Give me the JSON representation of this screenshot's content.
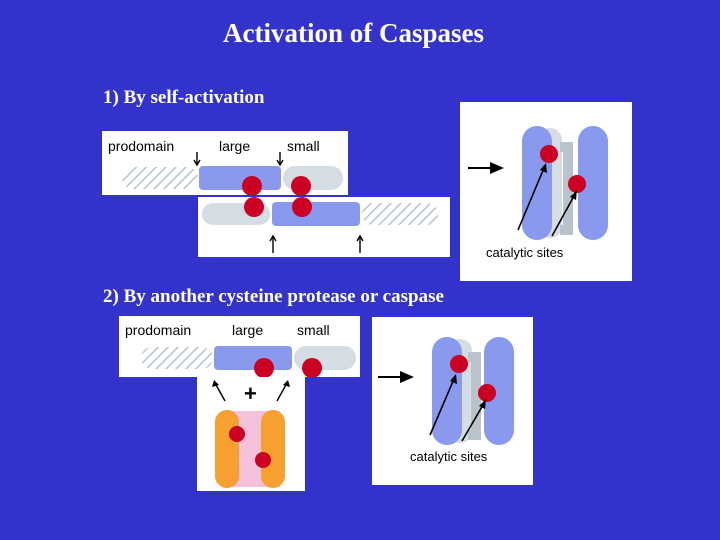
{
  "title": "Activation of Caspases",
  "section1": {
    "label": "1) By self-activation"
  },
  "section2": {
    "label": "2) By another cysteine protease or caspase"
  },
  "labels": {
    "prodomain": "prodomain",
    "large": "large",
    "small": "small",
    "catalytic_sites": "catalytic sites",
    "plus": "+"
  },
  "colors": {
    "background": "#3333cc",
    "large_subunit": "#8899ee",
    "small_subunit": "#d4dde4",
    "active_site": "#cc0022",
    "protease": "#f5a030",
    "protease_core": "#f4c0dc"
  }
}
